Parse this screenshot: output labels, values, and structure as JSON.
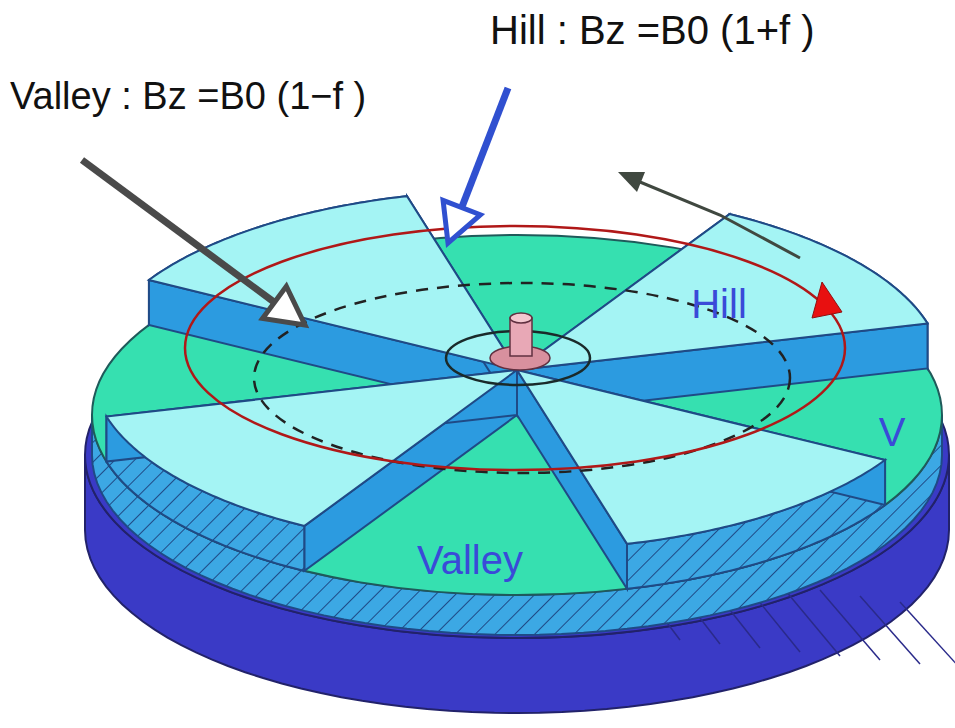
{
  "diagram": {
    "labels": [
      "Hill : Bz =B0 (1+f )",
      "Valley : Bz =B0 (1−f )",
      "Hill",
      "Valley",
      "V"
    ]
  }
}
